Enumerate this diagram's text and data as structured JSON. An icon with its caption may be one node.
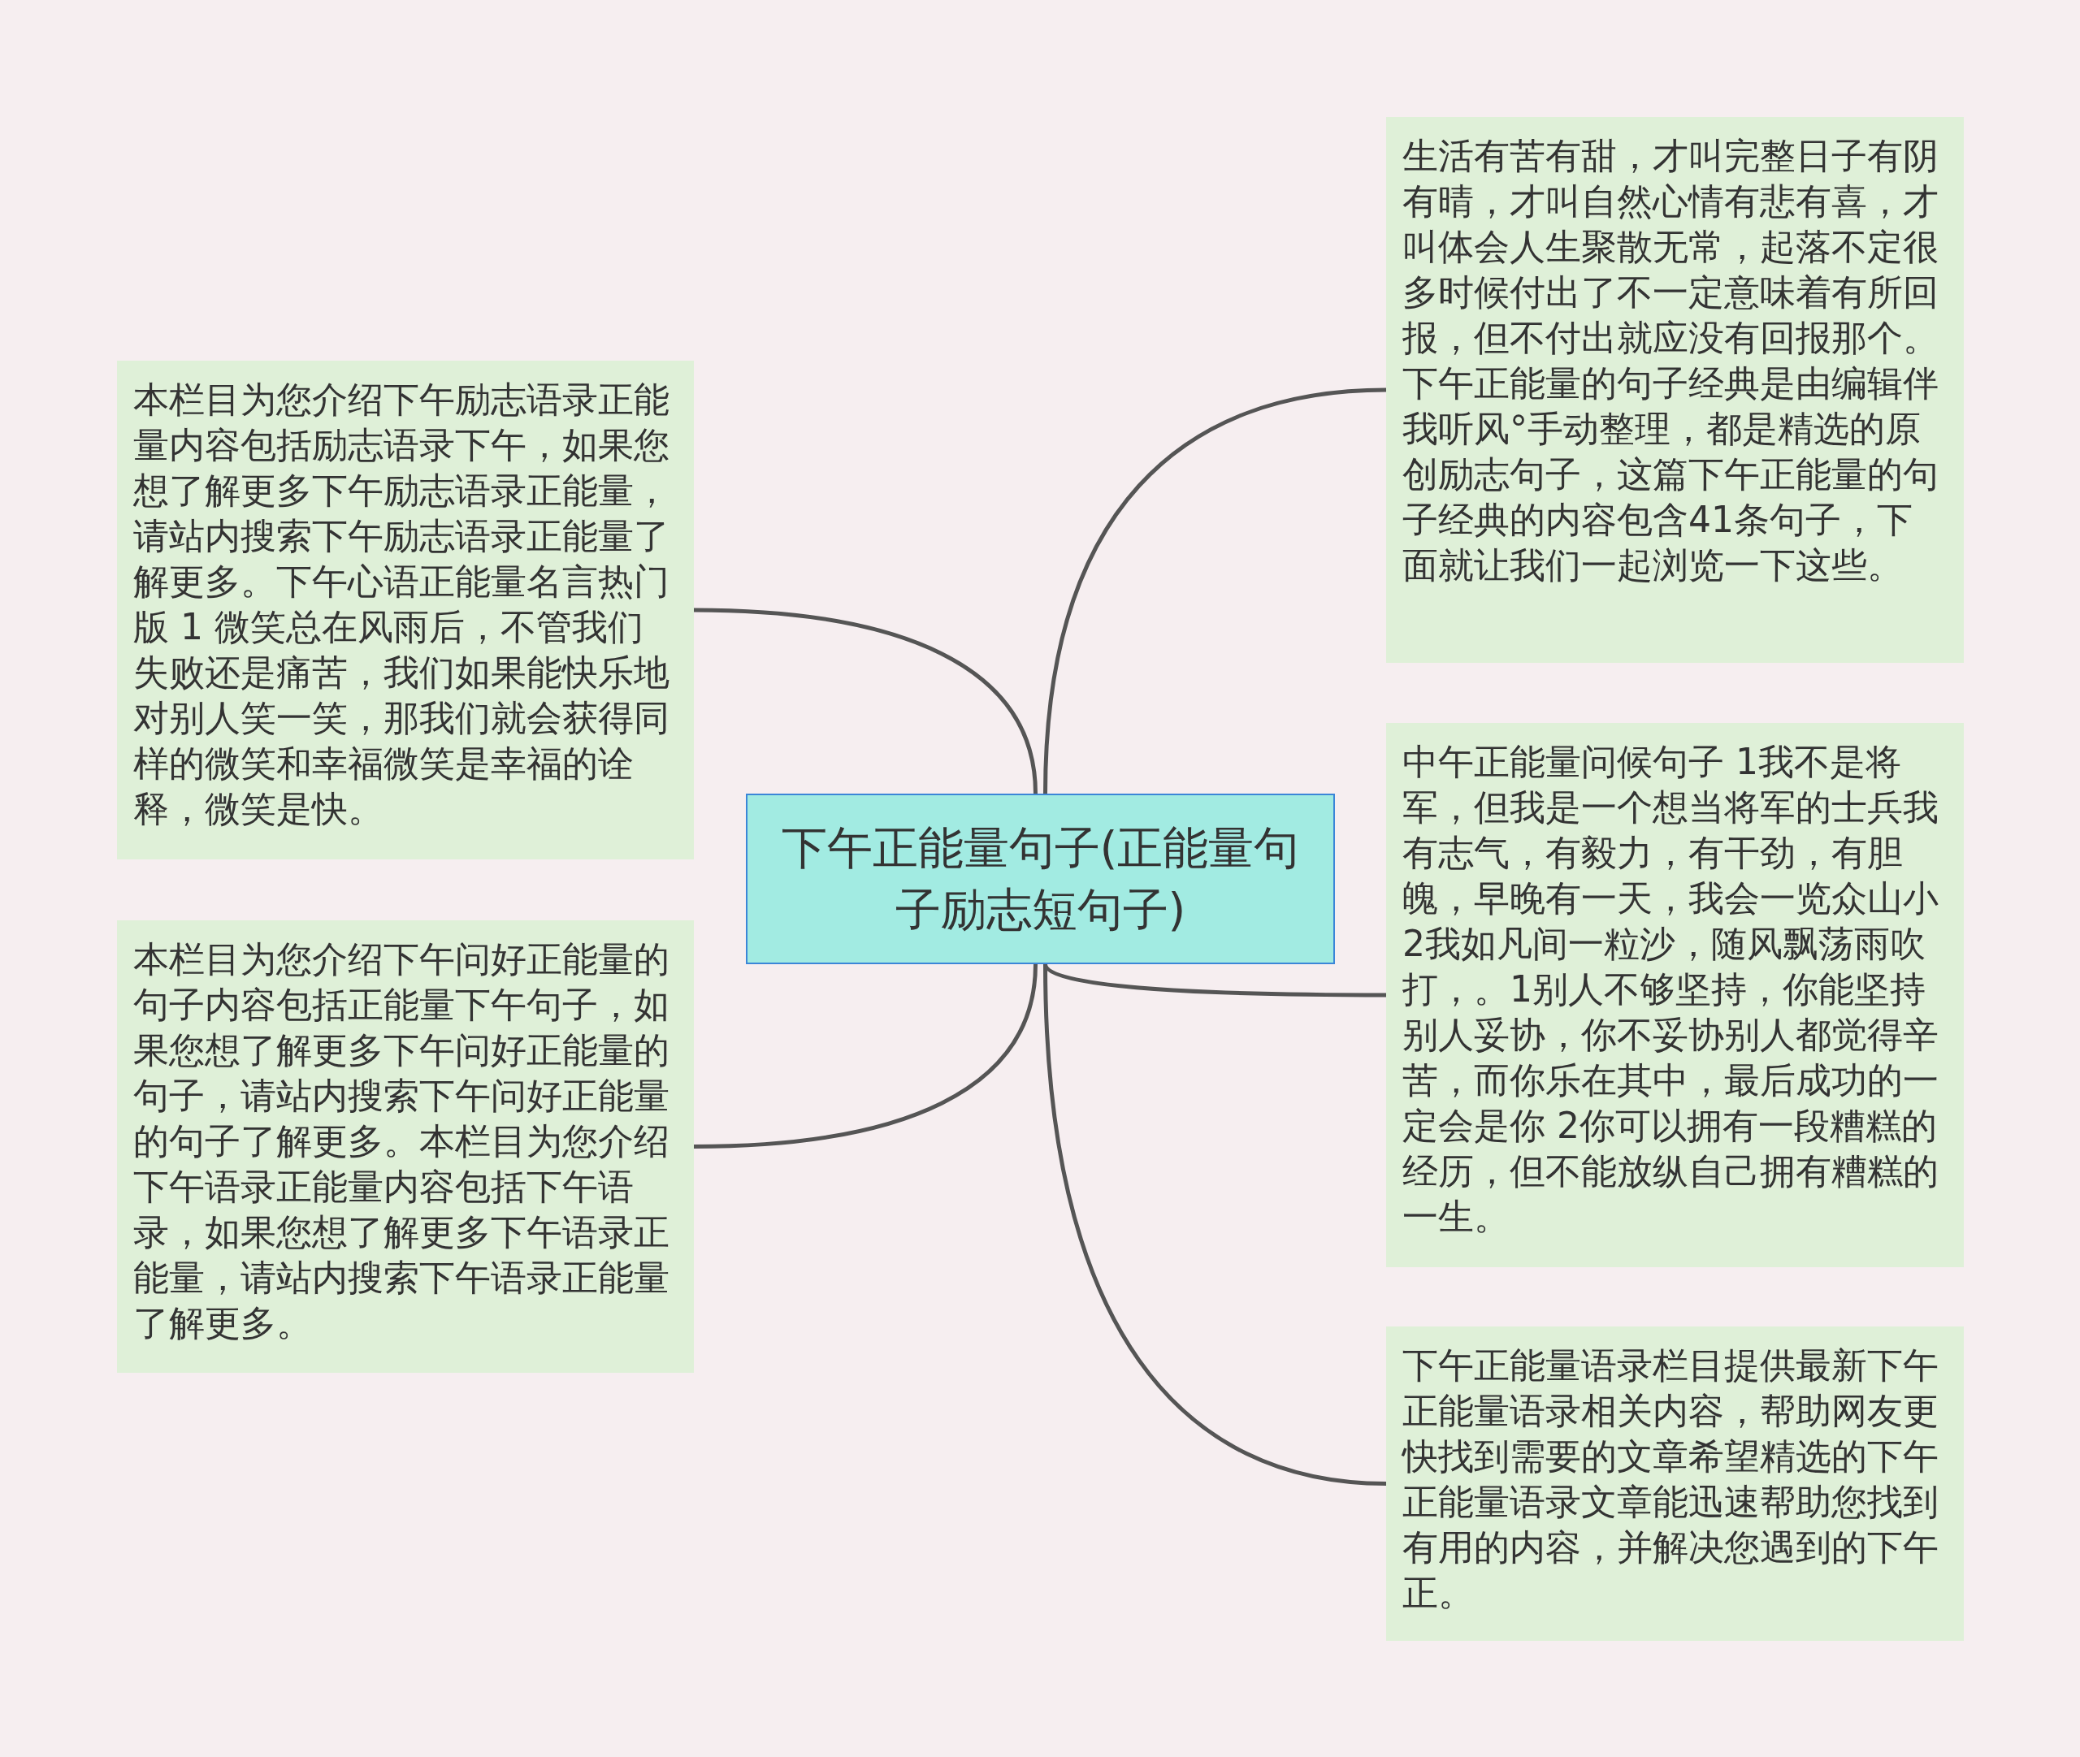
{
  "diagram": {
    "nodes": [
      {
        "text": [
          "下午正能量句子(正能量句子励志短句子)"
        ]
      },
      {
        "text": [
          "本栏目为您介绍下午励志语录正能量内容包括励志语录下午，如果您想了解更多下午励志语录正能量，请站内搜索下午励志语录正能量了解更多。下午心语正能量名言热门版 1 微笑总在风雨后，不管我们失败还是痛苦，我们如果能快乐地对别人笑一笑，那我们就会获得同样的微笑和幸福微笑是幸福的诠释，微笑是快。"
        ]
      },
      {
        "text": [
          "本栏目为您介绍下午问好正能量的句子内容包括正能量下午句子，如果您想了解更多下午问好正能量的句子，请站内搜索下午问好正能量的句子了解更多。本栏目为您介绍下午语录正能量内容包括下午语录，如果您想了解更多下午语录正能量，请站内搜索下午语录正能量了解更多。"
        ]
      },
      {
        "text": [
          "生活有苦有甜，才叫完整日子有阴有晴，才叫自然心情有悲有喜，才叫体会人生聚散无常，起落不定很多时候付出了不一定意味着有所回报，但不付出就应没有回报那个。下午正能量的句子经典是由编辑伴我听风°手动整理，都是精选的原创励志句子，这篇下午正能量的句子经典的内容包含41条句子，下面就让我们一起浏览一下这些。"
        ]
      },
      {
        "text": [
          "中午正能量问候句子 1我不是将军，但我是一个想当将军的士兵我有志气，有毅力，有干劲，有胆魄，早晚有一天，我会一览众山小 2我如凡间一粒沙，随风飘荡雨吹打，。1别人不够坚持，你能坚持别人妥协，你不妥协别人都觉得辛苦，而你乐在其中，最后成功的一定会是你 2你可以拥有一段糟糕的经历，但不能放纵自己拥有糟糕的一生。"
        ]
      },
      {
        "text": [
          "下午正能量语录栏目提供最新下午正能量语录相关内容，帮助网友更快找到需要的文章希望精选的下午正能量语录文章能迅速帮助您找到有用的内容，并解决您遇到的下午正。"
        ]
      }
    ],
    "edges": [
      {
        "from": 0,
        "to": 1,
        "arrow": "none"
      },
      {
        "from": 0,
        "to": 2,
        "arrow": "none"
      },
      {
        "from": 0,
        "to": 3,
        "arrow": "none"
      },
      {
        "from": 0,
        "to": 4,
        "arrow": "none"
      },
      {
        "from": 0,
        "to": 5,
        "arrow": "none"
      }
    ]
  }
}
